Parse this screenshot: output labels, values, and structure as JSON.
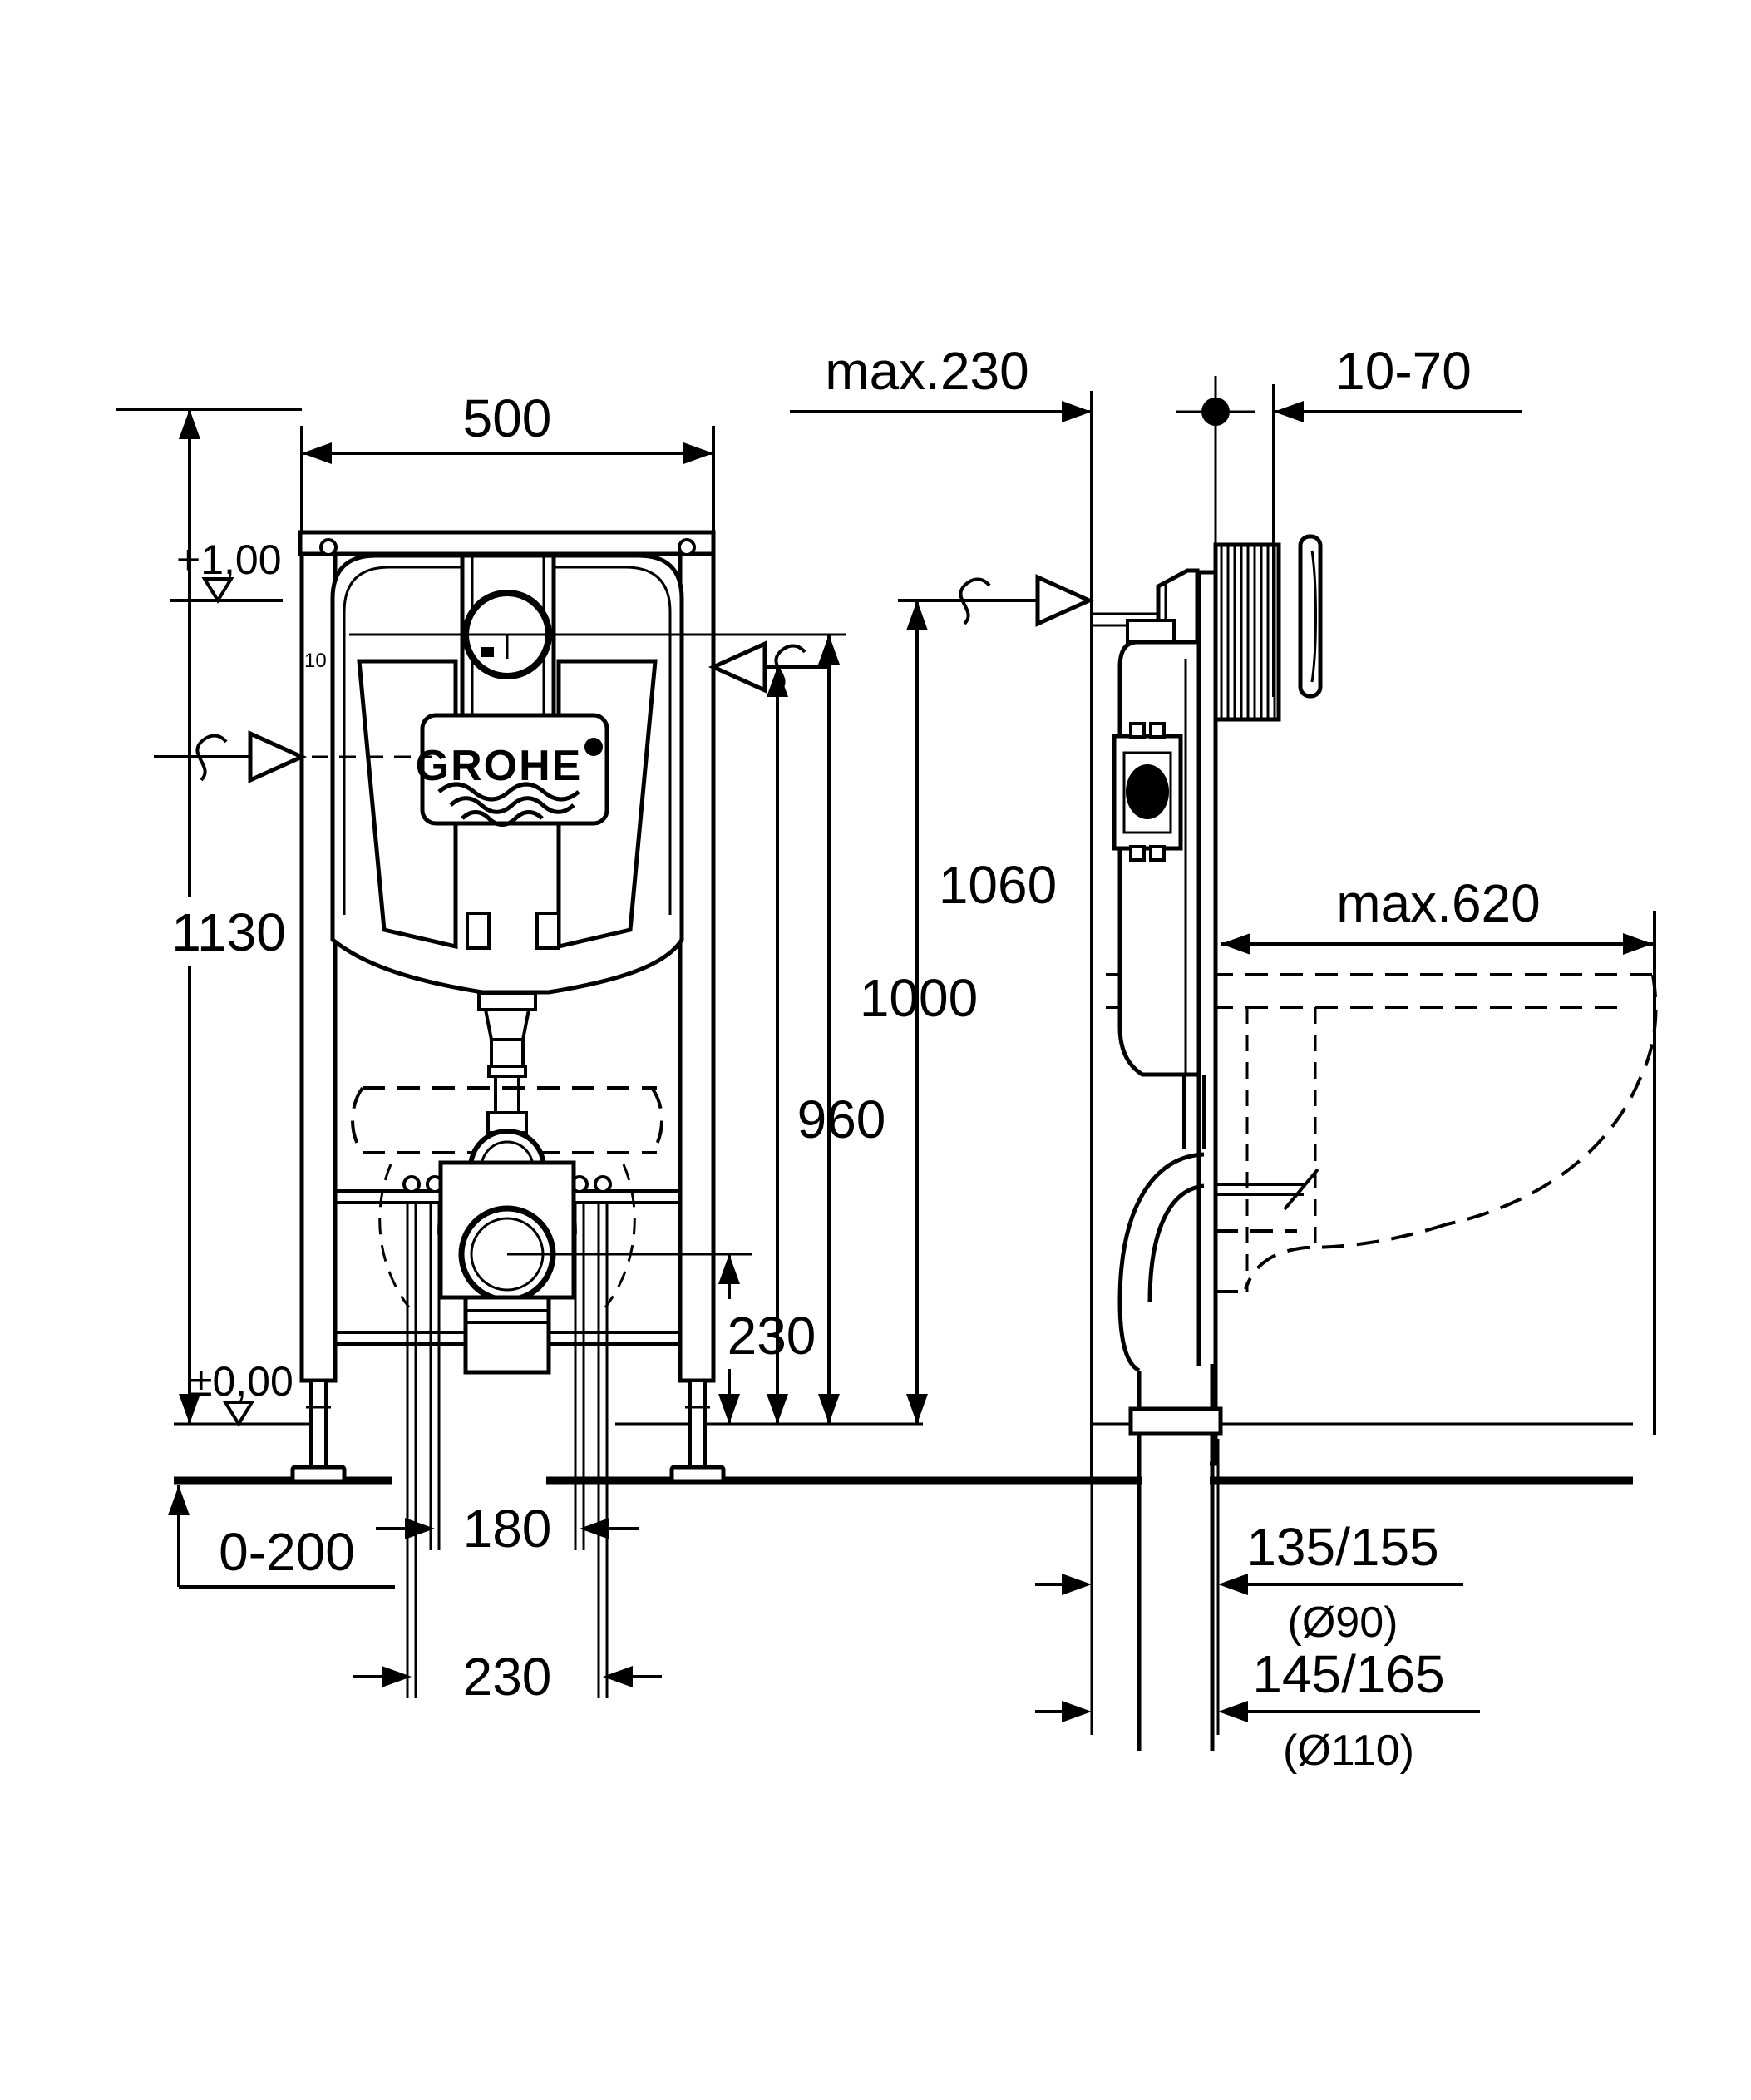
{
  "title": "Wall-hung WC installation frame dimensional drawing",
  "brand": {
    "logo_text": "GROHE"
  },
  "front_view": {
    "dims": {
      "frame_width": "500",
      "frame_height": "1130",
      "level_plus": "+1,00",
      "level_zero": "±0,00",
      "floor_adjust": "0-200",
      "stud_spacing_narrow": "180",
      "stud_spacing_wide": "230",
      "drain_height": "230",
      "flush_line_height": "960",
      "anchor_height": "1000",
      "supply_height": "1060",
      "rail_mark": "10"
    }
  },
  "side_view": {
    "dims": {
      "wall_distance_max": "max.230",
      "finish_thickness_range": "10-70",
      "bowl_projection_max": "max.620",
      "outlet_offset_90": "135/155",
      "outlet_dia_90": "(Ø90)",
      "outlet_offset_110": "145/165",
      "outlet_dia_110": "(Ø110)"
    }
  }
}
